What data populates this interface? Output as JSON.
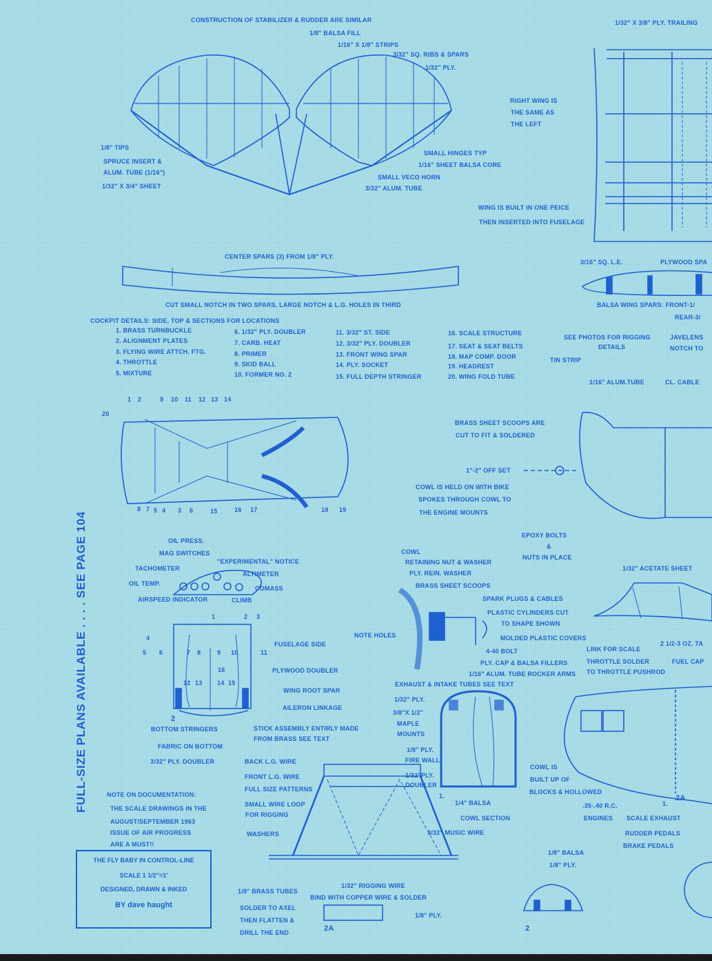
{
  "title": "THE FLY BABY IN CONTROL-LINE",
  "side_banner": "FULL-SIZE PLANS AVAILABLE . . . . SEE PAGE 104",
  "colors": {
    "ink": "#1f5fd4",
    "paper": "#a6dce6"
  },
  "tail": {
    "heading": "CONSTRUCTION OF STABILIZER & RUDDER ARE SIMILAR",
    "balsa_fill": "1/8\" BALSA FILL",
    "strips": "1/16\" X 1/8\" STRIPS",
    "ribs": "3/32\" SQ. RIBS & SPARS",
    "ply": "1/32\" PLY.",
    "tips": "1/8\" TIPS",
    "spruce1": "SPRUCE INSERT &",
    "spruce2": "ALUM. TUBE (1/16\")",
    "sheet": "1/32\" X 3/4\" SHEET",
    "hinges": "SMALL HINGES TYP",
    "core": "1/16\" SHEET BALSA CORE",
    "horn": "SMALL VECO HORN",
    "tube": "3/32\" ALUM. TUBE"
  },
  "wing": {
    "right1": "RIGHT WING IS",
    "right2": "THE SAME AS",
    "right3": "THE LEFT",
    "built1": "WING IS BUILT IN ONE PEICE",
    "built2": "THEN INSERTED INTO FUSELAGE",
    "trailing": "1/32\" X 3/8\" PLY. TRAILING",
    "le": "3/16\" SQ. L.E.",
    "plyspar": "PLYWOOD SPA",
    "balsa_spars": "BALSA WING SPARS: FRONT-1/",
    "rear": "REAR-3/"
  },
  "center_spars": {
    "title": "CENTER SPARS (3) FROM 1/8\" PLY.",
    "note": "CUT SMALL NOTCH IN TWO SPARS, LARGE NOTCH & L.G. HOLES IN THIRD"
  },
  "cockpit": {
    "heading": "COCKPIT DETAILS: SIDE, TOP & SECTIONS FOR LOCATIONS",
    "items": [
      "1. BRASS TURNBUCKLE",
      "2. ALIGNMENT PLATES",
      "3. FLYING WIRE ATTCH. FTG.",
      "4. THROTTLE",
      "5. MIXTURE",
      "6. 1/32\" PLY. DOUBLER",
      "7. CARB. HEAT",
      "8. PRIMER",
      "9. SKID BALL",
      "10. FORMER NO. 2",
      "11. 3/32\" ST. SIDE",
      "12. 3/32\" PLY. DOUBLER",
      "13. FRONT WING SPAR",
      "14. PLY. SOCKET",
      "15. FULL DEPTH STRINGER",
      "16. SCALE STRUCTURE",
      "17. SEAT & SEAT BELTS",
      "18. MAP COMP. DOOR",
      "19. HEADREST",
      "20. WING FOLD TUBE"
    ],
    "top_numbers": [
      "1",
      "2",
      "9",
      "10",
      "11",
      "12",
      "13",
      "14"
    ],
    "bottom_numbers": [
      "8",
      "7",
      "5",
      "4",
      "3",
      "6",
      "15",
      "16",
      "17",
      "18",
      "19"
    ],
    "left_number": "20"
  },
  "rigging": {
    "see1": "SEE PHOTOS FOR RIGGING",
    "see2": "DETAILS",
    "jav1": "JAVELENS",
    "jav2": "NOTCH TO",
    "tin": "TIN STRIP",
    "alum": "1/16\" ALUM.TUBE",
    "cable": "CL. CABLE"
  },
  "cowl_notes": {
    "scoops1": "BRASS SHEET SCOOPS ARE",
    "scoops2": "CUT TO FIT & SOLDERED",
    "offset": "1\"-2\" OFF SET",
    "held1": "COWL IS HELD ON WITH BIKE",
    "held2": "SPOKES THROUGH COWL TO",
    "held3": "THE ENGINE MOUNTS",
    "epoxy1": "EPOXY BOLTS",
    "epoxy2": "&",
    "epoxy3": "NUTS IN PLACE",
    "acetate": "1/32\" ACETATE SHEET"
  },
  "instruments": {
    "oil_press": "OIL PRESS.",
    "mag": "MAG SWITCHES",
    "exp": "\"EXPERIMENTAL\" NOTICE",
    "tach": "TACHOMETER",
    "alt": "ALTIMETER",
    "oil_temp": "OIL TEMP.",
    "compass": "COMASS",
    "airspeed": "AIRSPEED INDICATOR",
    "climb": "CLIMB"
  },
  "section": {
    "numbers": [
      "1",
      "2",
      "3",
      "4",
      "5",
      "6",
      "7",
      "8",
      "9",
      "10",
      "11",
      "16",
      "12",
      "13",
      "14",
      "15"
    ],
    "fus_side": "FUSELAGE   SIDE",
    "ply_doubler": "PLYWOOD DOUBLER",
    "root_spar": "WING ROOT SPAR",
    "aileron": "AILERON LINKAGE",
    "two": "2",
    "stringers": "BOTTOM STRINGERS",
    "stick1": "STICK ASSEMBLY ENTIRLY MADE",
    "stick2": "FROM BRASS SEE TEXT",
    "fabric": "FABRIC ON BOTTOM",
    "doubler": "3/32\" PLY. DOUBLER"
  },
  "engine": {
    "cowl": "COWL",
    "nut": "RETAINING NUT & WASHER",
    "rein": "PLY. REIN. WASHER",
    "scoops": "BRASS SHEET SCOOPS",
    "plugs": "SPARK PLUGS & CABLES",
    "cyl1": "PLASTIC CYLINDERS CUT",
    "cyl2": "TO SHAPE SHOWN",
    "holes": "NOTE HOLES",
    "covers": "MOLDED PLASTIC COVERS",
    "bolt": "4-40 BOLT",
    "cap": "PLY. CAP & BALSA FILLERS",
    "rocker": "1/16\" ALUM. TUBE ROCKER ARMS",
    "exhaust": "EXHAUST & INTAKE TUBES SEE TEXT"
  },
  "throttle": {
    "link1": "LINK FOR SCALE",
    "link2": "THROTTLE SOLDER",
    "link3": "TO THROTTLE PUSHROD",
    "tank": "2 1/2-3 OZ. TA",
    "fuel": "FUEL CAP"
  },
  "cowl_section": {
    "ply": "1/32\" PLY.",
    "maple1": "3/8\"X 1/2\"",
    "maple2": "MAPLE",
    "maple3": "MOUNTS",
    "fw1": "1/8\" PLY.",
    "fw2": "FIRE WALL",
    "dbl1": "1/32\"PLY.",
    "dbl2": "DOUBLER",
    "one": "1.",
    "balsa": "1/4\" BALSA",
    "title": "COWL   SECTION",
    "music": "3/32\" MUSIC WIRE"
  },
  "side_view": {
    "cowl1": "COWL   IS",
    "cowl2": "BUILT UP OF",
    "cowl3": "BLOCKS & HOLLOWED",
    "eng1": ".35-.40 R.C.",
    "eng2": "ENGINES",
    "twoa": "2A",
    "one": "1.",
    "exhaust": "SCALE EXHAUST",
    "rudder": "RUDDER PEDALS",
    "brake": "BRAKE PEDALS"
  },
  "documentation": {
    "heading": "NOTE ON DOCUMENTATION:",
    "l1": "THE SCALE DRAWINGS IN THE",
    "l2": "AUGUST/SEPTEMBER 1963",
    "l3": "ISSUE OF AIR PROGRESS",
    "l4": "ARE A MUST!!"
  },
  "title_block": {
    "l1": "THE FLY BABY IN CONTROL-LINE",
    "l2": "SCALE 1 1/2\"=1'",
    "l3": "DESIGNED, DRAWN & INKED",
    "l4": "BY  dave  haught"
  },
  "gear": {
    "back": "BACK L.G. WIRE",
    "front": "FRONT L.G. WIRE",
    "patterns": "FULL SIZE PATTERNS",
    "loop1": "SMALL WIRE LOOP",
    "loop2": "FOR RIGGING",
    "washers": "WASHERS",
    "brass": "1/8\" BRASS TUBES",
    "rig": "1/32\" RIGGING WIRE",
    "bind": "BIND WITH COPPER WIRE & SOLDER",
    "sol1": "SOLDER TO AXEL",
    "sol2": "THEN FLATTEN &",
    "sol3": "DRILL THE END",
    "ply": "1/8\" PLY.",
    "twoa": "2A",
    "two": "2"
  },
  "headrest": {
    "balsa": "1/8\" BALSA",
    "ply": "1/8\" PLY."
  }
}
